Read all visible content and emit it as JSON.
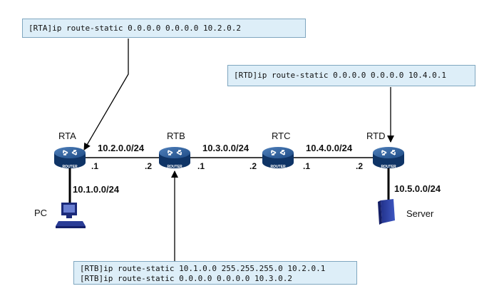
{
  "commands": {
    "rta": [
      "[RTA]ip route-static 0.0.0.0 0.0.0.0 10.2.0.2"
    ],
    "rtd": [
      "[RTD]ip route-static 0.0.0.0 0.0.0.0 10.4.0.1"
    ],
    "rtb": [
      "[RTB]ip route-static 10.1.0.0 255.255.255.0 10.2.0.1",
      "[RTB]ip route-static 0.0.0.0 0.0.0.0 10.3.0.2"
    ]
  },
  "routers": [
    {
      "name": "RTA",
      "badge": "ROUTER"
    },
    {
      "name": "RTB",
      "badge": "ROUTER"
    },
    {
      "name": "RTC",
      "badge": "ROUTER"
    },
    {
      "name": "RTD",
      "badge": "ROUTER"
    }
  ],
  "networks": {
    "ab": "10.2.0.0/24",
    "bc": "10.3.0.0/24",
    "cd": "10.4.0.0/24",
    "pc_lan": "10.1.0.0/24",
    "server_lan": "10.5.0.0/24"
  },
  "interfaces": {
    "rta_ab": ".1",
    "rtb_ab": ".2",
    "rtb_bc": ".1",
    "rtc_bc": ".2",
    "rtc_cd": ".1",
    "rtd_cd": ".2"
  },
  "devices": {
    "pc": "PC",
    "server": "Server"
  },
  "colors": {
    "box_fill": "#ddeef8",
    "box_border": "#7fa6bf",
    "router_top": "#2f5a91",
    "router_side": "#0f3466",
    "line": "#000000"
  }
}
